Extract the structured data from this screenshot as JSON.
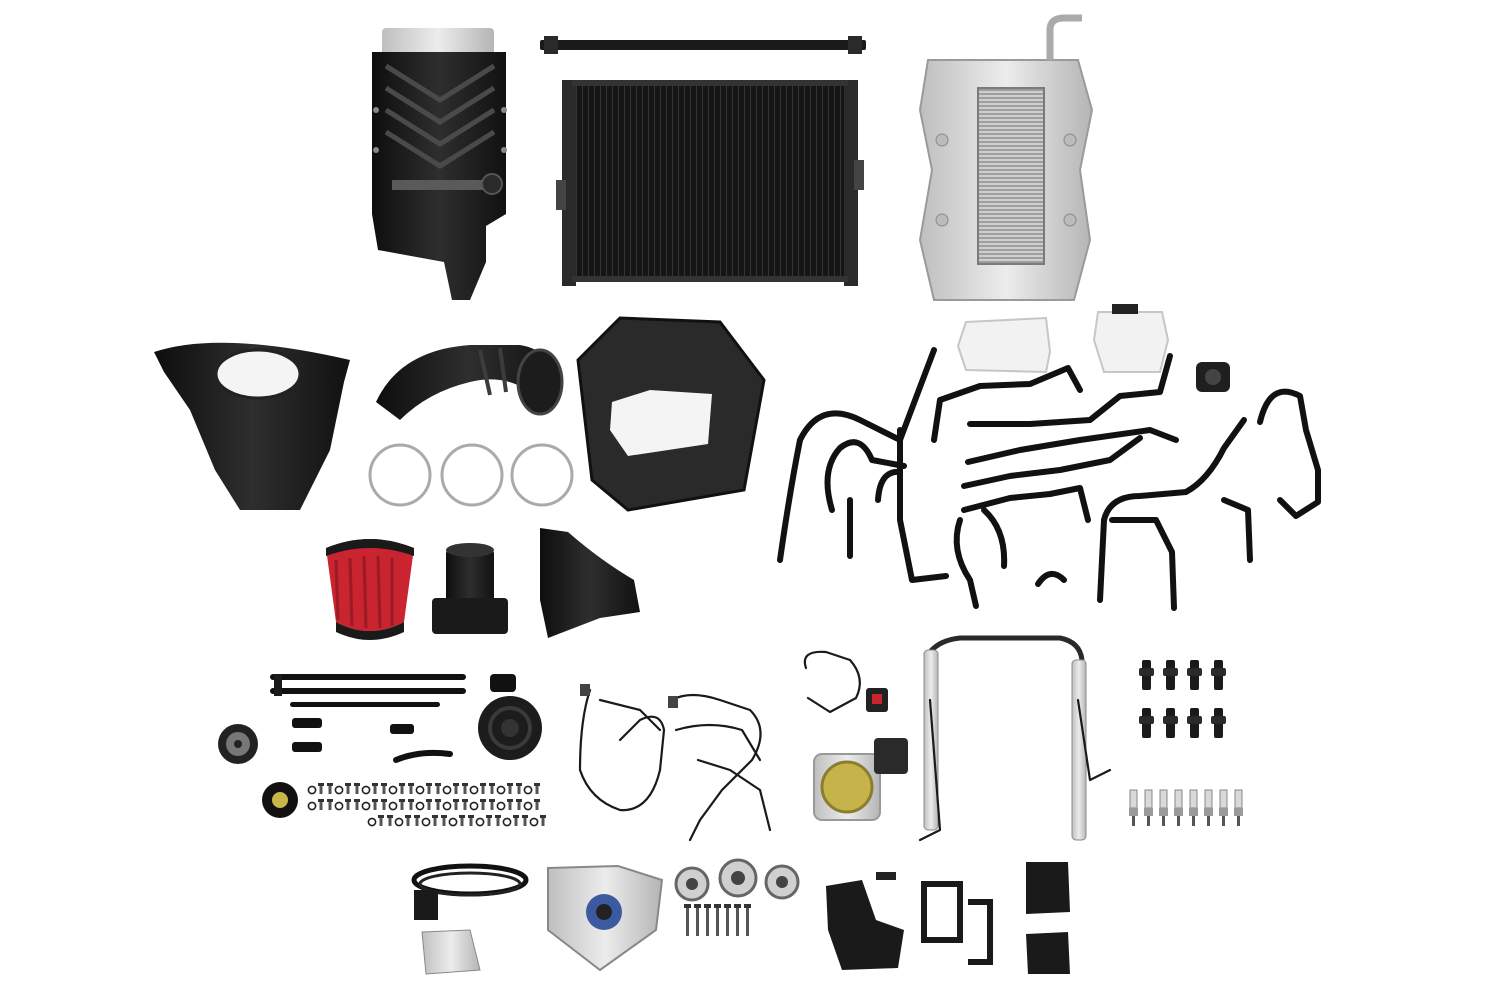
{
  "scene": {
    "background": "#ffffff",
    "colors": {
      "black_part": "#1b1b1b",
      "dark_gray": "#3a3a3a",
      "aluminum": "#d9d9d9",
      "aluminum_dark": "#a9a9a9",
      "filter_red": "#c9242f",
      "reservoir_white": "#f1f1f1"
    },
    "items": [
      {
        "name": "supercharger",
        "icon": "supercharger-icon"
      },
      {
        "name": "mounting-bar",
        "icon": "bar-icon"
      },
      {
        "name": "heat-exchanger",
        "icon": "radiator-icon"
      },
      {
        "name": "intake-manifold",
        "icon": "manifold-icon"
      },
      {
        "name": "airbox",
        "icon": "airbox-icon"
      },
      {
        "name": "intake-tube",
        "icon": "tube-icon"
      },
      {
        "name": "hose-clamps",
        "count": 3,
        "icon": "clamp-icon"
      },
      {
        "name": "airbox-lid",
        "icon": "lid-icon"
      },
      {
        "name": "air-filter",
        "icon": "filter-icon"
      },
      {
        "name": "coupler",
        "icon": "coupler-icon"
      },
      {
        "name": "duct",
        "icon": "duct-icon"
      },
      {
        "name": "coolant-reservoirs",
        "count": 2,
        "icon": "reservoir-icon"
      },
      {
        "name": "coolant-pump",
        "icon": "pump-icon"
      },
      {
        "name": "coolant-hoses",
        "icon": "hose-icon"
      },
      {
        "name": "vacuum-lines",
        "icon": "line-icon"
      },
      {
        "name": "pulley",
        "icon": "pulley-icon"
      },
      {
        "name": "hardware",
        "icon": "bolt-icon"
      },
      {
        "name": "wiring-harnesses",
        "count": 3,
        "icon": "wire-icon"
      },
      {
        "name": "throttle-body",
        "icon": "throttle-icon"
      },
      {
        "name": "fuel-rail",
        "icon": "rail-icon"
      },
      {
        "name": "fuel-injectors",
        "count": 8,
        "icon": "injector-icon"
      },
      {
        "name": "spark-plugs",
        "count": 8,
        "icon": "plug-icon"
      },
      {
        "name": "drive-belts",
        "icon": "belt-icon"
      },
      {
        "name": "tensioner-bracket",
        "icon": "bracket-icon"
      },
      {
        "name": "idler-pulleys",
        "count": 3,
        "icon": "idler-icon"
      },
      {
        "name": "brackets",
        "icon": "bracket-icon"
      }
    ]
  }
}
